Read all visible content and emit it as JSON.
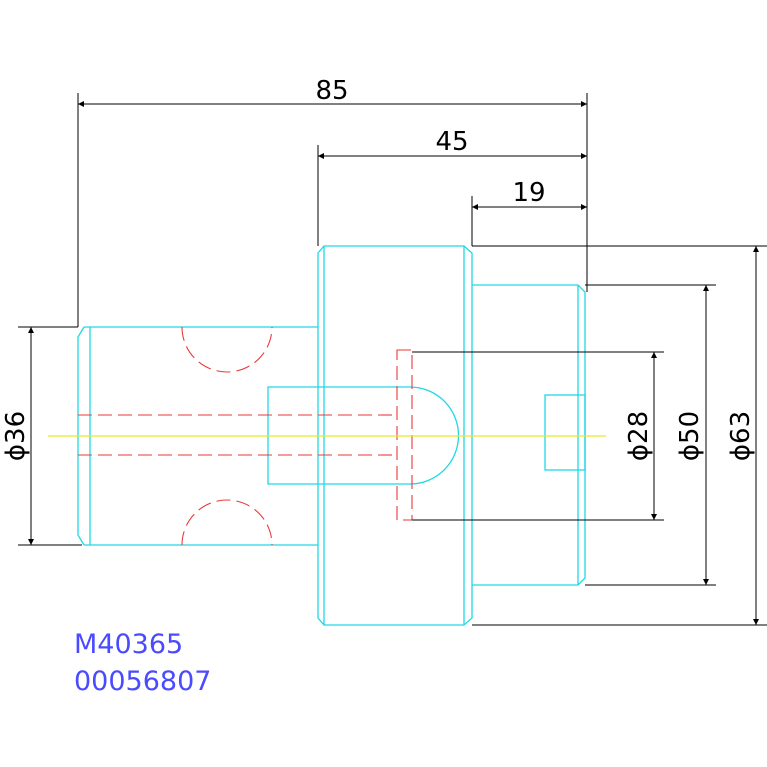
{
  "colors": {
    "background": "#ffffff",
    "outline": "#20d8e6",
    "hidden": "#e83a3a",
    "centerline": "#e8e82a",
    "dimension": "#000000",
    "label": "#4a4aff"
  },
  "dimensions": {
    "overall_length": "85",
    "middle_length": "45",
    "right_length": "19",
    "dia_small": "ϕ36",
    "dia_bore": "ϕ28",
    "dia_mid": "ϕ50",
    "dia_large": "ϕ63"
  },
  "part": {
    "code": "M40365",
    "number": "00056807"
  }
}
